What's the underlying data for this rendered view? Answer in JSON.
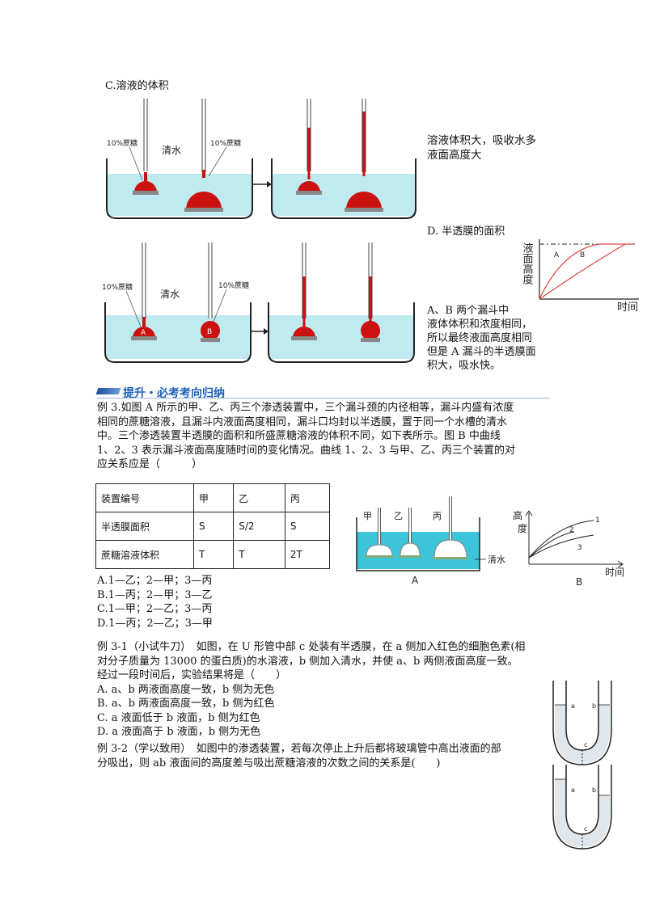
{
  "section_c": {
    "label": "C.溶液的体积",
    "fig": {
      "left_label": "10%蔗糖",
      "mid_label": "清水",
      "right_label": "10%蔗糖"
    },
    "note_line1": "溶液体积大，吸收水多",
    "note_line2": "液面高度大"
  },
  "section_d": {
    "label": "D. 半透膜的面积",
    "fig": {
      "left_label": "10%蔗糖",
      "mid_label": "清水",
      "right_label": "10%蔗糖",
      "funnel_a": "A",
      "funnel_b": "B"
    },
    "chart": {
      "ylabel": "液面高度",
      "xlabel": "时间",
      "curve_a": "A",
      "curve_b": "B"
    },
    "note_lines": [
      "A、B 两个漏斗中",
      "液体体积和浓度相同，",
      "所以最终液面高度相同",
      "但是 A 漏斗的半透膜面",
      "积大，吸水快。"
    ]
  },
  "section_header": "提升・必考考向归纳",
  "example3": {
    "lines": [
      "例 3.如图 A 所示的甲、乙、丙三个渗透装置中，三个漏斗颈的内径相等，漏斗内盛有浓度",
      "相同的蔗糖溶液，且漏斗内液面高度相同，漏斗口均封以半透膜，置于同一个水槽的清水",
      "中。三个渗透装置半透膜的面积和所盛蔗糖溶液的体积不同，如下表所示。图 B 中曲线",
      "1、2、3 表示漏斗液面高度随时间的变化情况。曲线 1、2、3 与甲、乙、丙三个装置的对",
      "应关系应是（　　　）"
    ],
    "table": {
      "header": [
        "装置编号",
        "甲",
        "乙",
        "丙"
      ],
      "rows": [
        [
          "半透膜面积",
          "S",
          "S/2",
          "S"
        ],
        [
          "蔗糖溶液体积",
          "T",
          "T",
          "2T"
        ]
      ]
    },
    "figA": {
      "jia": "甲",
      "yi": "乙",
      "bing": "丙",
      "water": "清水",
      "caption": "A"
    },
    "figB": {
      "ylabel_1": "高",
      "ylabel_2": "度",
      "xlabel": "时间",
      "caption": "B",
      "c1": "1",
      "c2": "2",
      "c3": "3"
    },
    "options": [
      "A.1—乙；2—甲；3—丙",
      "B.1—丙；2—甲；3—乙",
      "C.1—甲；2—乙；3—丙",
      "D.1—丙；2—乙；3—甲"
    ]
  },
  "example31": {
    "lines": [
      "例 3-1（小试牛刀）　如图，在 U 形管中部 c 处装有半透膜，在 a 侧加入红色的细胞色素(相",
      "对分子质量为 13000 的蛋白质)的水溶液，b 侧加入清水，并使 a、b 两侧液面高度一致。",
      "经过一段时间后，实验结果将是（　　）"
    ],
    "options": [
      "A. a、b 两液面高度一致，b 侧为无色",
      "B. a、b 两液面高度一致，b 侧为红色",
      "C. a 液面低于 b 液面，b 侧为红色",
      "D. a 液面高于 b 液面，b 侧为无色"
    ],
    "tube_labels": {
      "a": "a",
      "b": "b",
      "c": "c"
    }
  },
  "example32": {
    "lines": [
      "例 3-2（学以致用）　如图中的渗透装置，若每次停止上升后都将玻璃管中高出液面的部",
      "分吸出，则 ab 液面间的高度差与吸出蔗糖溶液的次数之间的关系是(　　)"
    ],
    "tube_labels": {
      "a": "a",
      "b": "b",
      "c": "c"
    }
  },
  "colors": {
    "water": "#bfeaf0",
    "solution": "#cc1111",
    "heading": "#1e5fb6"
  }
}
